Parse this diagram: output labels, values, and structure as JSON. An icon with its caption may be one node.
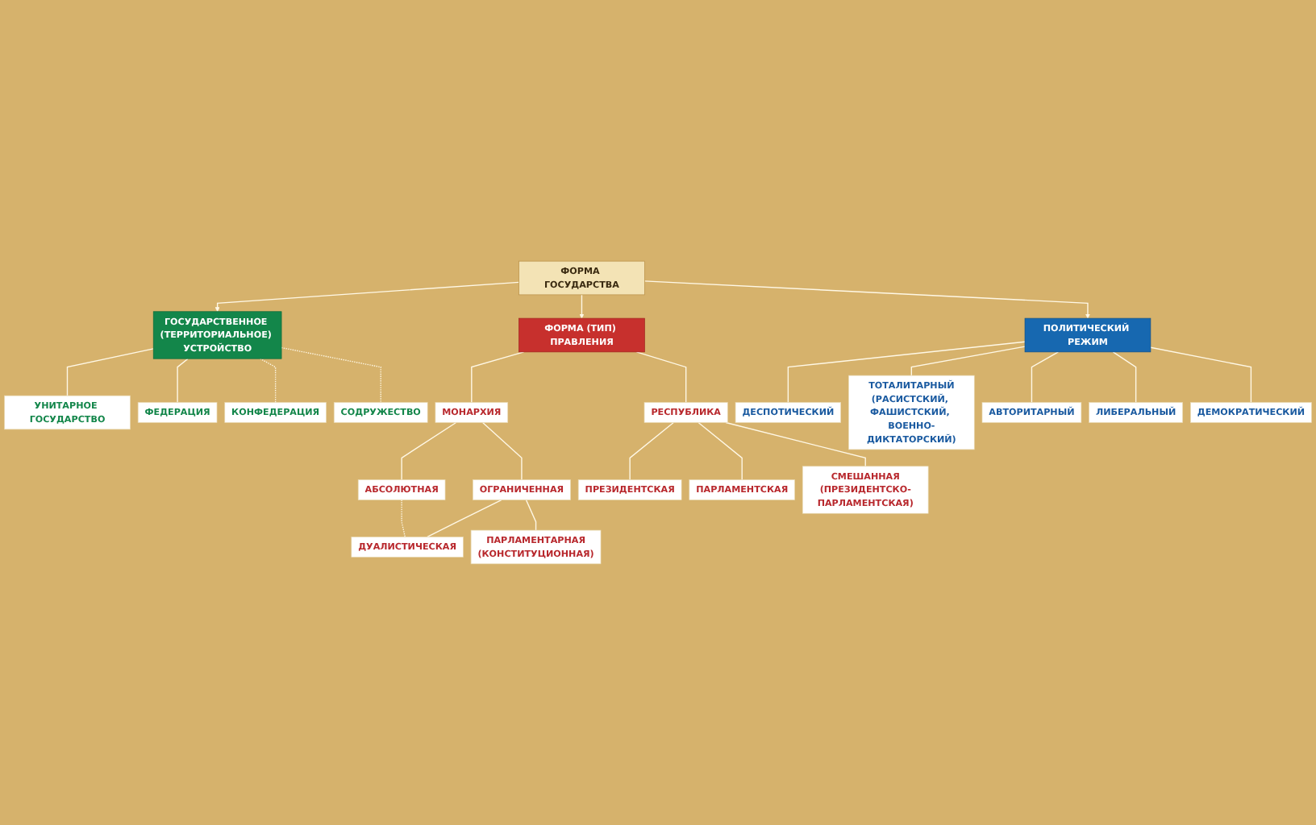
{
  "diagram": {
    "nodes": [
      {
        "text": [
          "ФОРМА ГОСУДАРСТВА"
        ]
      },
      {
        "text": [
          "ГОСУДАРСТВЕННОЕ (ТЕРРИТОРИАЛЬНОЕ) УСТРОЙСТВО"
        ]
      },
      {
        "text": [
          "ФОРМА (ТИП) ПРАВЛЕНИЯ"
        ]
      },
      {
        "text": [
          "ПОЛИТИЧЕСКИЙ РЕЖИМ"
        ]
      },
      {
        "text": [
          "УНИТАРНОЕ ГОСУДАРСТВО"
        ]
      },
      {
        "text": [
          "ФЕДЕРАЦИЯ"
        ]
      },
      {
        "text": [
          "КОНФЕДЕРАЦИЯ"
        ]
      },
      {
        "text": [
          "СОДРУЖЕСТВО"
        ]
      },
      {
        "text": [
          "МОНАРХИЯ"
        ]
      },
      {
        "text": [
          "РЕСПУБЛИКА"
        ]
      },
      {
        "text": [
          "АБСОЛЮТНАЯ"
        ]
      },
      {
        "text": [
          "ОГРАНИЧЕННАЯ"
        ]
      },
      {
        "text": [
          "ПРЕЗИДЕНТСКАЯ"
        ]
      },
      {
        "text": [
          "ПАРЛАМЕНТСКАЯ"
        ]
      },
      {
        "text": [
          "СМЕШАННАЯ",
          "(ПРЕЗИДЕНТСКО-ПАРЛАМЕНТСКАЯ)"
        ]
      },
      {
        "text": [
          "ДУАЛИСТИЧЕСКАЯ"
        ]
      },
      {
        "text": [
          "ПАРЛАМЕНТАРНАЯ",
          "(КОНСТИТУЦИОННАЯ)"
        ]
      },
      {
        "text": [
          "ДЕСПОТИЧЕСКИЙ"
        ]
      },
      {
        "text": [
          "ТОТАЛИТАРНЫЙ",
          "(РАСИСТСКИЙ, ФАШИСТСКИЙ, ВОЕННО-ДИКТАТОРСКИЙ)"
        ]
      },
      {
        "text": [
          "АВТОРИТАРНЫЙ"
        ]
      },
      {
        "text": [
          "ЛИБЕРАЛЬНЫЙ"
        ]
      },
      {
        "text": [
          "ДЕМОКРАТИЧЕСКИЙ"
        ]
      }
    ],
    "edges": [
      {
        "from": 0,
        "to": 1,
        "arrow": "to"
      },
      {
        "from": 0,
        "to": 2,
        "arrow": "to"
      },
      {
        "from": 0,
        "to": 3,
        "arrow": "to"
      },
      {
        "from": 1,
        "to": 4,
        "arrow": "none"
      },
      {
        "from": 1,
        "to": 5,
        "arrow": "none"
      },
      {
        "from": 1,
        "to": 6,
        "arrow": "none",
        "style": "dashed"
      },
      {
        "from": 1,
        "to": 7,
        "arrow": "none",
        "style": "dashed"
      },
      {
        "from": 2,
        "to": 8,
        "arrow": "none"
      },
      {
        "from": 2,
        "to": 9,
        "arrow": "none"
      },
      {
        "from": 8,
        "to": 10,
        "arrow": "none"
      },
      {
        "from": 8,
        "to": 11,
        "arrow": "none"
      },
      {
        "from": 9,
        "to": 12,
        "arrow": "none"
      },
      {
        "from": 9,
        "to": 13,
        "arrow": "none"
      },
      {
        "from": 9,
        "to": 14,
        "arrow": "none"
      },
      {
        "from": 10,
        "to": 15,
        "arrow": "none",
        "style": "dashed"
      },
      {
        "from": 11,
        "to": 15,
        "arrow": "none"
      },
      {
        "from": 11,
        "to": 16,
        "arrow": "none"
      },
      {
        "from": 3,
        "to": 17,
        "arrow": "none"
      },
      {
        "from": 3,
        "to": 18,
        "arrow": "none"
      },
      {
        "from": 3,
        "to": 19,
        "arrow": "none"
      },
      {
        "from": 3,
        "to": 20,
        "arrow": "none"
      },
      {
        "from": 3,
        "to": 21,
        "arrow": "none"
      }
    ]
  }
}
